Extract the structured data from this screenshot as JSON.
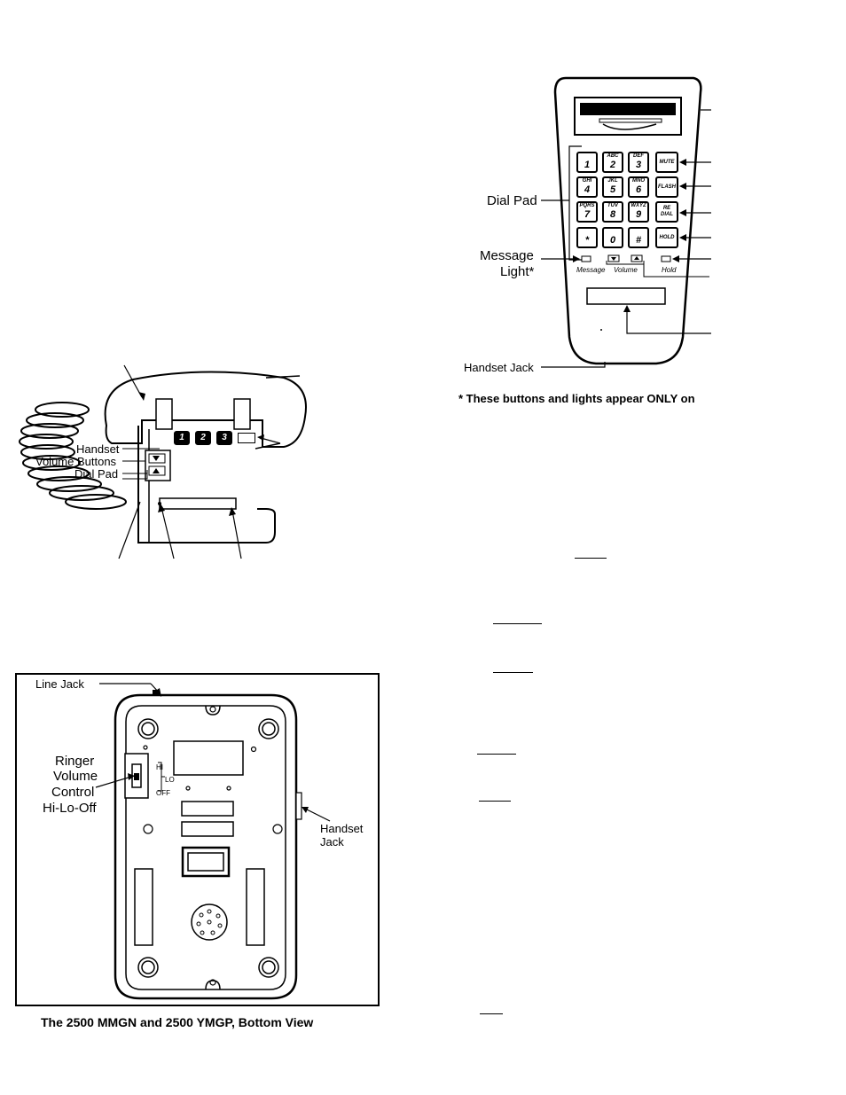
{
  "handset_diagram": {
    "dial_pad_label": "Dial Pad",
    "message_light_label_1": "Message",
    "message_light_label_2": "Light*",
    "handset_jack_label": "Handset Jack",
    "footnote": "* These buttons and lights appear ONLY on",
    "keys": [
      {
        "top": "",
        "num": "1"
      },
      {
        "top": "ABC",
        "num": "2"
      },
      {
        "top": "DEF",
        "num": "3"
      },
      {
        "top": "GHI",
        "num": "4"
      },
      {
        "top": "JKL",
        "num": "5"
      },
      {
        "top": "MNO",
        "num": "6"
      },
      {
        "top": "PQRS",
        "num": "7"
      },
      {
        "top": "TUV",
        "num": "8"
      },
      {
        "top": "WXYZ",
        "num": "9"
      },
      {
        "top": "",
        "num": "*"
      },
      {
        "top": "",
        "num": "0"
      },
      {
        "top": "",
        "num": "#"
      }
    ],
    "function_keys": [
      "MUTE",
      "FLASH",
      "RE DIAL",
      "HOLD"
    ],
    "indicator_labels": {
      "message": "Message",
      "volume": "Volume",
      "hold": "Hold"
    }
  },
  "desk_phone_diagram": {
    "handset_label": "Handset",
    "volume_buttons_label": "Volume Buttons",
    "dial_pad_label": "Dial Pad",
    "keys": [
      "1",
      "2",
      "3"
    ]
  },
  "bottom_view": {
    "line_jack_label": "Line Jack",
    "ringer_label_lines": [
      "Ringer",
      "Volume",
      "Control",
      "Hi-Lo-Off"
    ],
    "switch_labels": [
      "HI",
      "LO",
      "OFF"
    ],
    "handset_jack_label_lines": [
      "Handset",
      "Jack"
    ],
    "caption": "The 2500 MMGN and 2500 YMGP, Bottom View"
  }
}
